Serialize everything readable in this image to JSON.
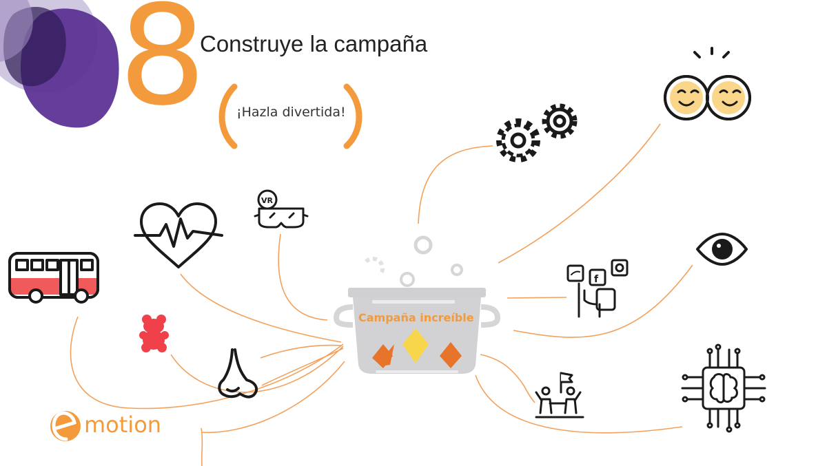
{
  "slide": {
    "step_number": "8",
    "title": "Construye la campaña",
    "subtitle": "¡Hazla divertida!"
  },
  "pot": {
    "label": "Campaña increíble"
  },
  "brand": {
    "name": "motion",
    "mark": "e"
  },
  "icons": [
    "bus-icon",
    "heart-rate-icon",
    "vr-headset-icon",
    "gummy-bear-icon",
    "nose-icon",
    "gears-icon",
    "happy-faces-icon",
    "eye-icon",
    "social-media-icon",
    "team-flag-icon",
    "ai-chip-brain-icon",
    "cooking-pot-icon"
  ],
  "colors": {
    "accent": "#f39a3c",
    "purple_dark": "#3b1e6e",
    "purple": "#6a3fa0",
    "purple_light": "#b9aad0",
    "bus_red": "#f05a5a",
    "gummy_red": "#f0404a",
    "face_yellow": "#f9d689",
    "pot_gray": "#d2d2d4",
    "flame_yellow": "#f8d64c",
    "ink": "#1a1a1a"
  }
}
